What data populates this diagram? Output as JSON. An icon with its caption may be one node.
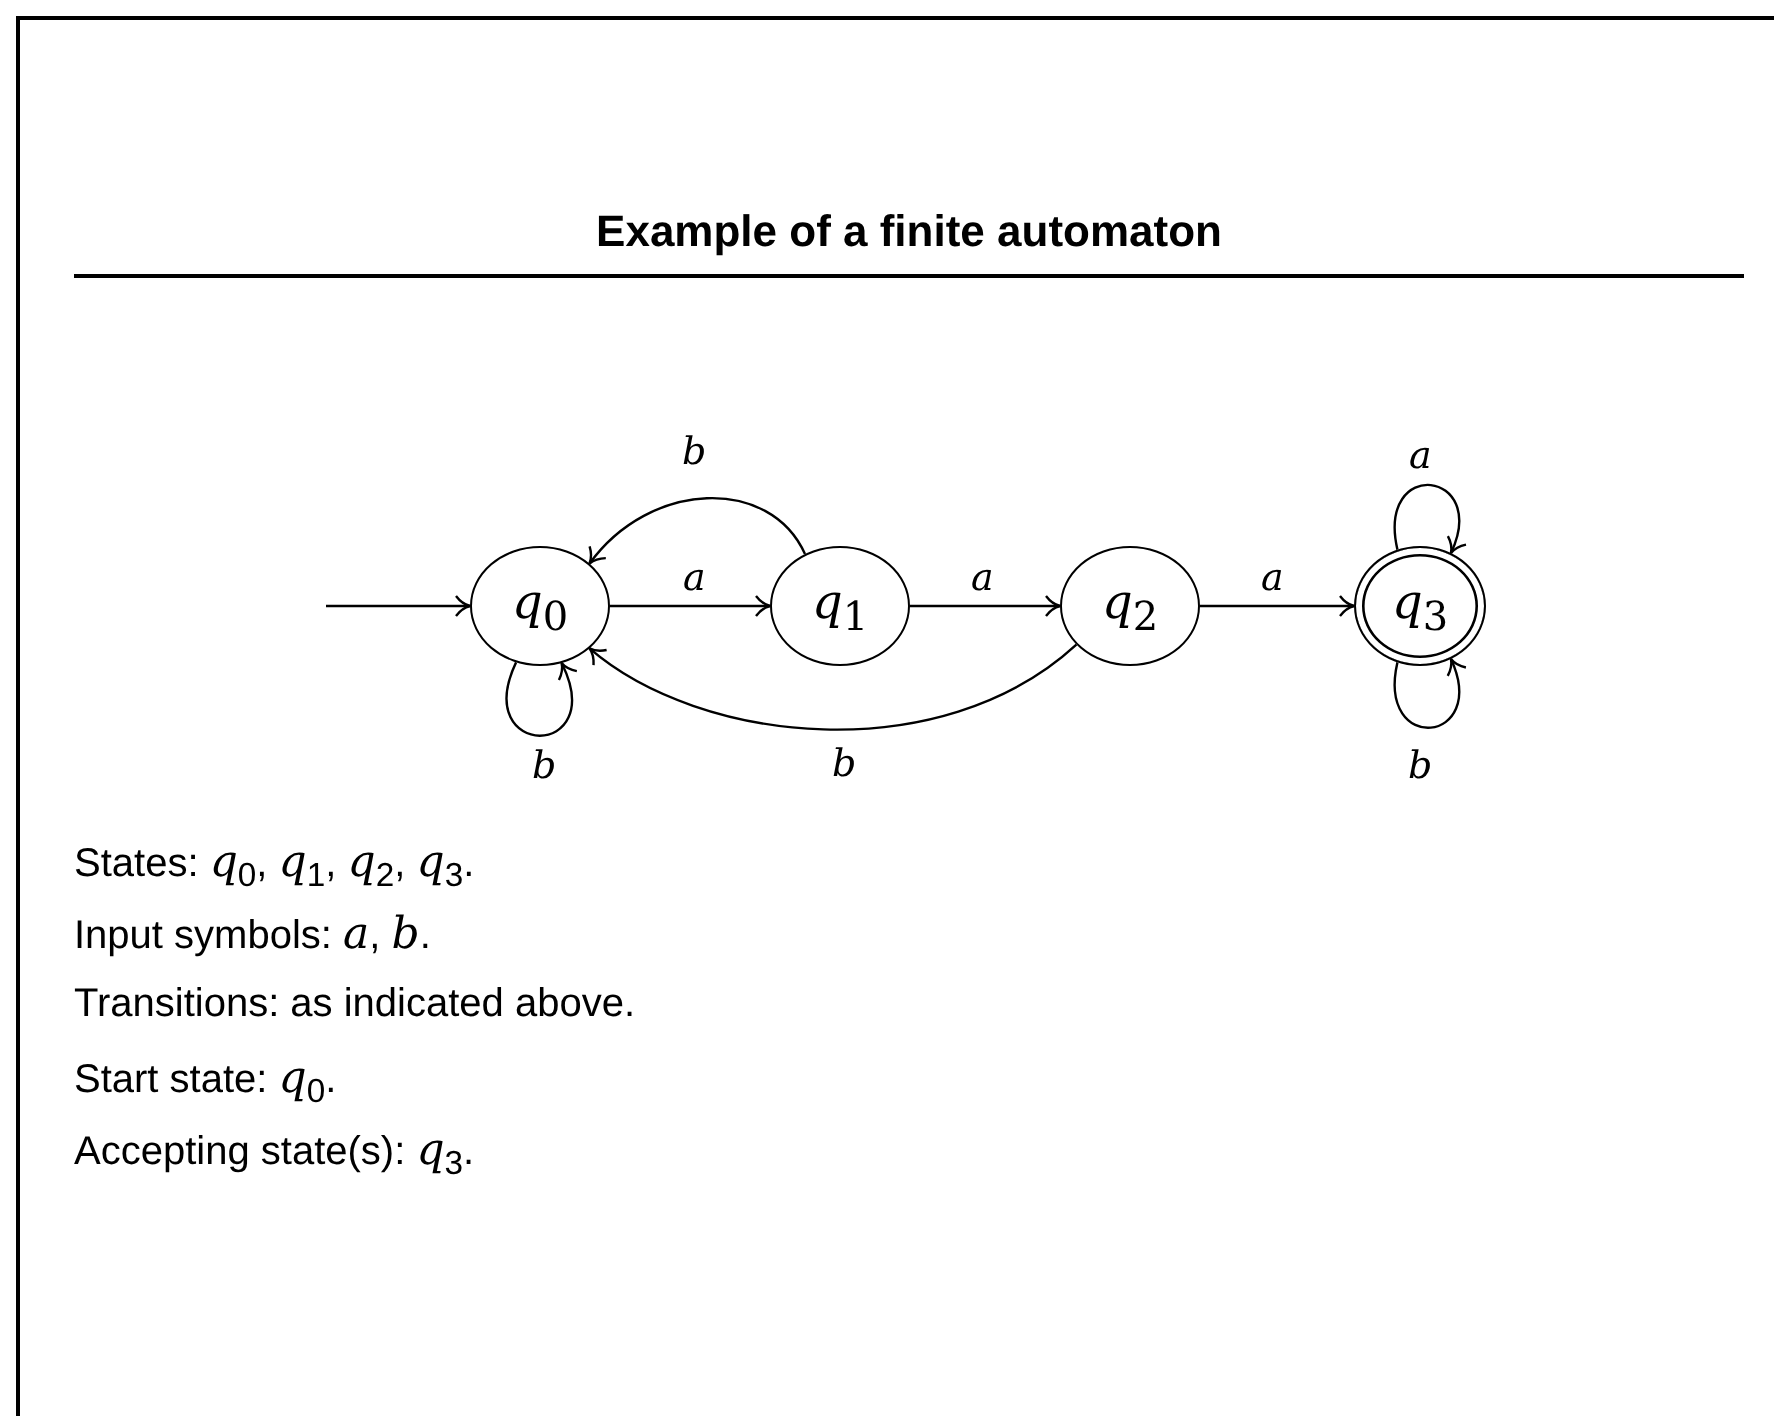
{
  "diagram": {
    "title": "Example of a finite automaton",
    "nodes": [
      {
        "text": [
          "*q*$_{0}$"
        ]
      },
      {
        "text": [
          "*q*$_{1}$"
        ]
      },
      {
        "text": [
          "*q*$_{2}$"
        ]
      },
      {
        "text": [
          "*q*$_{3}$"
        ]
      }
    ],
    "edges": [
      {
        "from": null,
        "to": 0,
        "arrow": "to"
      },
      {
        "from": 0,
        "to": 1,
        "arrow": "to",
        "label": "*a*"
      },
      {
        "from": 1,
        "to": 2,
        "arrow": "to",
        "label": "*a*"
      },
      {
        "from": 2,
        "to": 3,
        "arrow": "to",
        "label": "*a*"
      },
      {
        "from": 1,
        "to": 0,
        "arrow": "to",
        "label": "*b*"
      },
      {
        "from": 2,
        "to": 0,
        "arrow": "to",
        "label": "*b*"
      },
      {
        "from": 0,
        "to": 0,
        "arrow": "to",
        "label": "*b*"
      },
      {
        "from": 3,
        "to": 3,
        "arrow": "to",
        "label": "*a*"
      },
      {
        "from": 3,
        "to": 3,
        "arrow": "to",
        "label": "*b*"
      }
    ],
    "labels": [
      "States: *q*$_{0}$, *q*$_{1}$, *q*$_{2}$, *q*$_{3}$.",
      "Input symbols: *a*, *b*.",
      "Transitions: as indicated above.",
      "Start state: *q*$_{0}$.",
      "Accepting state(s): *q*$_{3}$."
    ]
  }
}
